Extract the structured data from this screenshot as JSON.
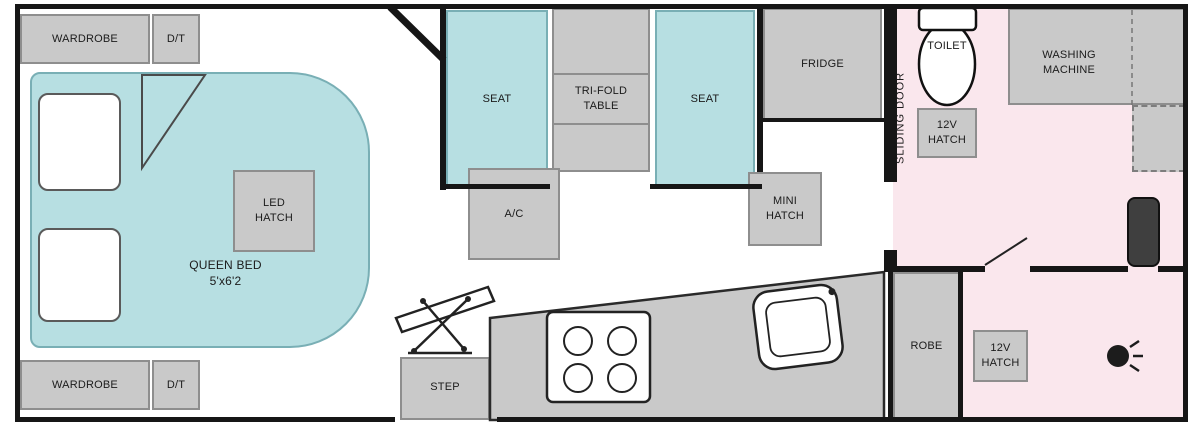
{
  "colors": {
    "cabinet_gray": "#c9c9c9",
    "upholstery_teal": "#b7dfe2",
    "ensuite_pink": "#fae7ed",
    "wall_black": "#161616"
  },
  "areas": {
    "wardrobe_top": "WARDROBE",
    "dt_top": "D/T",
    "queen_bed": "QUEEN BED\n5'x6'2",
    "led_hatch": "LED\nHATCH",
    "seat_left": "SEAT",
    "trifold_table": "TRI-FOLD\nTABLE",
    "seat_right": "SEAT",
    "ac": "A/C",
    "fridge": "FRIDGE",
    "mini_hatch": "MINI\nHATCH",
    "sliding_door": "SLIDING DOOR",
    "toilet": "TOILET",
    "hatch_12v_ensuite": "12V\nHATCH",
    "washing_machine": "WASHING\nMACHINE",
    "robe": "ROBE",
    "hatch_12v_rear": "12V\nHATCH",
    "step": "STEP",
    "wardrobe_bottom": "WARDROBE",
    "dt_bottom": "D/T"
  }
}
